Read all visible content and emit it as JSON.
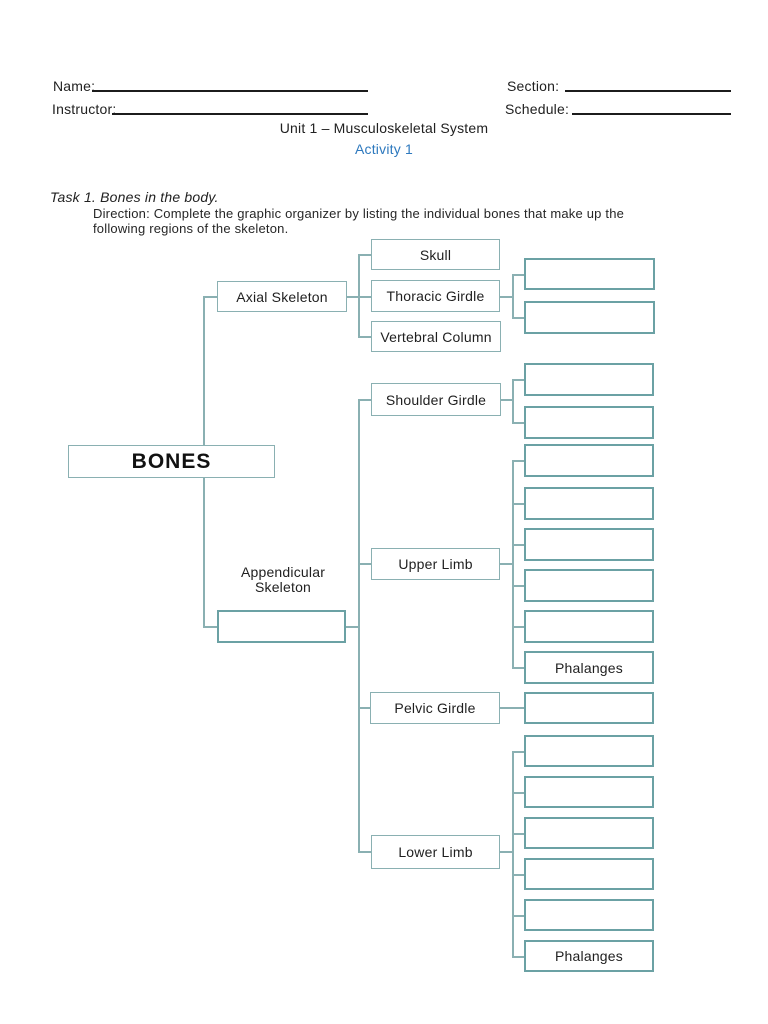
{
  "header": {
    "name_label": "Name:",
    "section_label": "Section:",
    "instructor_label": "Instructor:",
    "schedule_label": "Schedule:",
    "unit_title": "Unit 1 – Musculoskeletal System",
    "activity": "Activity 1"
  },
  "task": {
    "title": "Task 1. Bones in the body.",
    "direction_line1": "Direction: Complete the graphic organizer by listing the individual bones that make up the",
    "direction_line2": "following regions of the skeleton."
  },
  "diagram": {
    "root": "BONES",
    "axial": {
      "label": "Axial Skeleton",
      "children": [
        "Skull",
        "Thoracic Girdle",
        "Vertebral Column"
      ],
      "thoracic_blank_count": 2
    },
    "appendicular": {
      "label": "Appendicular Skeleton",
      "blank_root_box": 1,
      "branches": [
        {
          "label": "Shoulder Girdle",
          "blank_count": 2
        },
        {
          "label": "Upper Limb",
          "blank_count": 5,
          "labeled_child": "Phalanges"
        },
        {
          "label": "Pelvic Girdle",
          "blank_count": 1
        },
        {
          "label": "Lower Limb",
          "blank_count": 5,
          "labeled_child": "Phalanges"
        }
      ]
    }
  },
  "colors": {
    "line_teal": "#8ab0b2",
    "blank_border_teal": "#6ba1a4",
    "activity_blue": "#2e79be",
    "ink": "#212121"
  }
}
